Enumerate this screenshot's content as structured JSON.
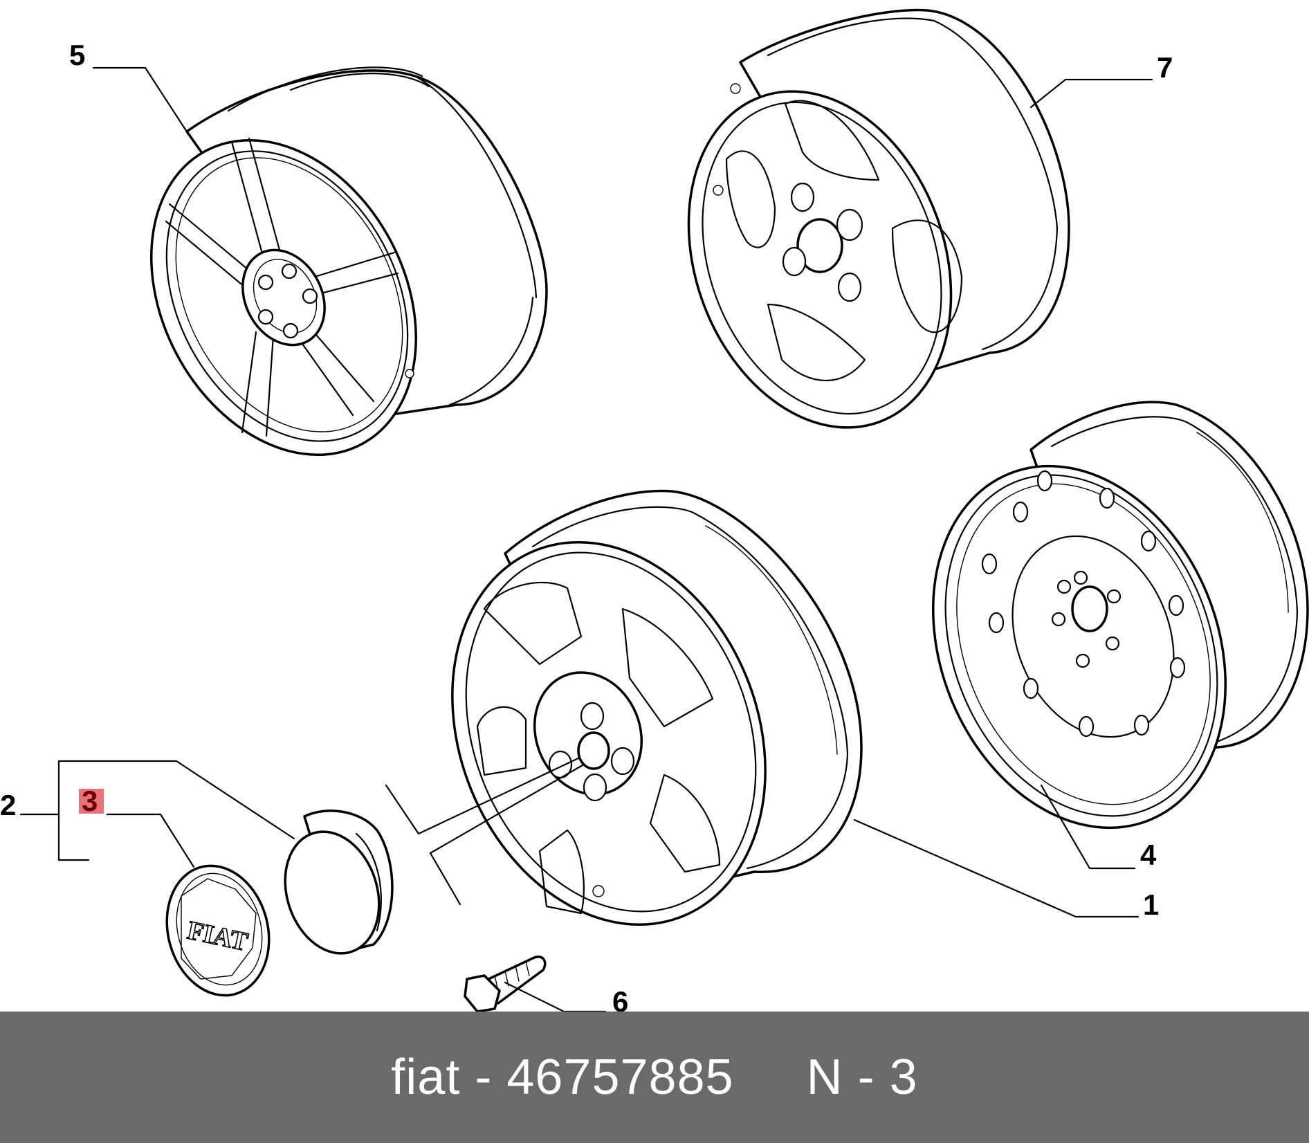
{
  "callouts": {
    "c1": "1",
    "c2": "2",
    "c3": "3",
    "c4": "4",
    "c5": "5",
    "c6": "6",
    "c7": "7"
  },
  "highlight_color": "#e8737a",
  "cap_logo_text": "FIAT",
  "footer": {
    "text": "fiat - 46757885     N - 3",
    "background": "#6a6a6a",
    "color": "#ffffff"
  }
}
